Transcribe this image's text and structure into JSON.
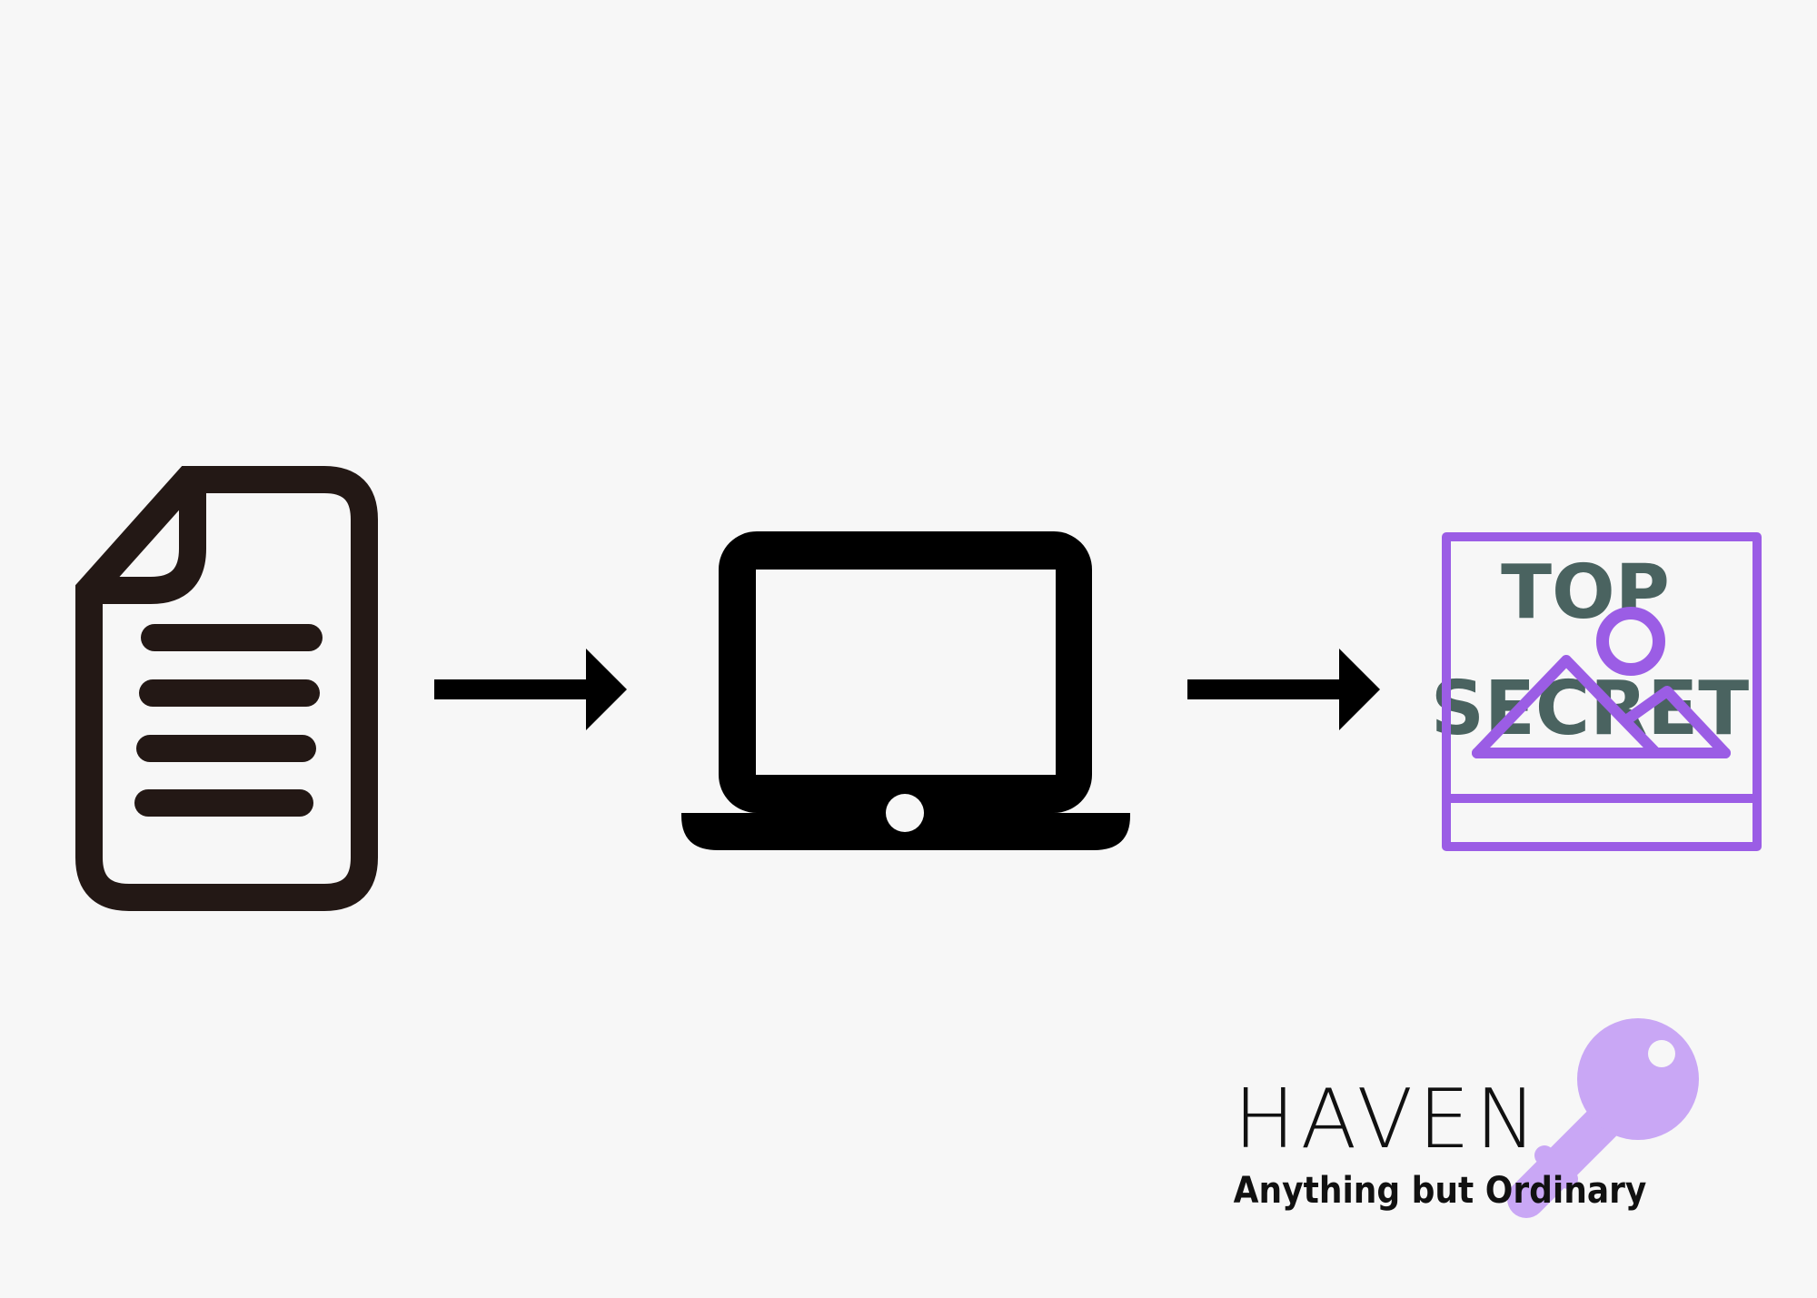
{
  "diagram": {
    "steps": [
      {
        "id": "document",
        "icon": "document-icon"
      },
      {
        "id": "laptop",
        "icon": "laptop-icon"
      },
      {
        "id": "secret-image",
        "icon": "top-secret-image-icon"
      }
    ],
    "connectors": [
      {
        "from": "document",
        "to": "laptop",
        "icon": "arrow-right-icon"
      },
      {
        "from": "laptop",
        "to": "secret-image",
        "icon": "arrow-right-icon"
      }
    ],
    "stamp": {
      "line1": "TOP",
      "line2": "SECRET"
    }
  },
  "brand": {
    "name": "HAVEN",
    "tagline": "Anything but Ordinary",
    "icon": "key-icon"
  },
  "colors": {
    "background": "#f7f7f7",
    "document_stroke": "#231815",
    "laptop": "#000000",
    "accent_purple": "#9b5de5",
    "key_lavender": "#c9a7f5",
    "stamp_text": "#4a6360"
  }
}
